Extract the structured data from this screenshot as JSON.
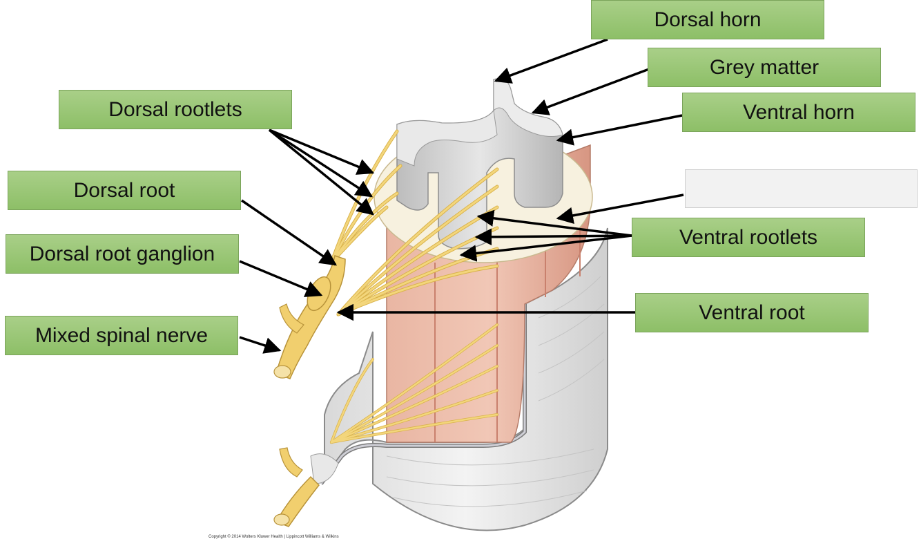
{
  "labels": {
    "dorsal_horn": "Dorsal horn",
    "grey_matter": "Grey matter",
    "ventral_horn": "Ventral horn",
    "blank_label": "",
    "dorsal_rootlets": "Dorsal rootlets",
    "dorsal_root": "Dorsal root",
    "dorsal_root_ganglion": "Dorsal root ganglion",
    "mixed_spinal_nerve": "Mixed spinal nerve",
    "ventral_rootlets": "Ventral rootlets",
    "ventral_root": "Ventral root"
  },
  "copyright": "Copyright © 2014 Wolters Kluwer Health | Lippincott Williams & Wilkins",
  "colors": {
    "label_fill": "#9bc779",
    "blank_fill": "#f2f2f2",
    "nerve": "#f1cf6e",
    "white_matter": "#f7f1df",
    "grey_matter": "#cfcfcf",
    "pia_tissue": "#e4ab97",
    "dura": "#e8e8e8"
  }
}
